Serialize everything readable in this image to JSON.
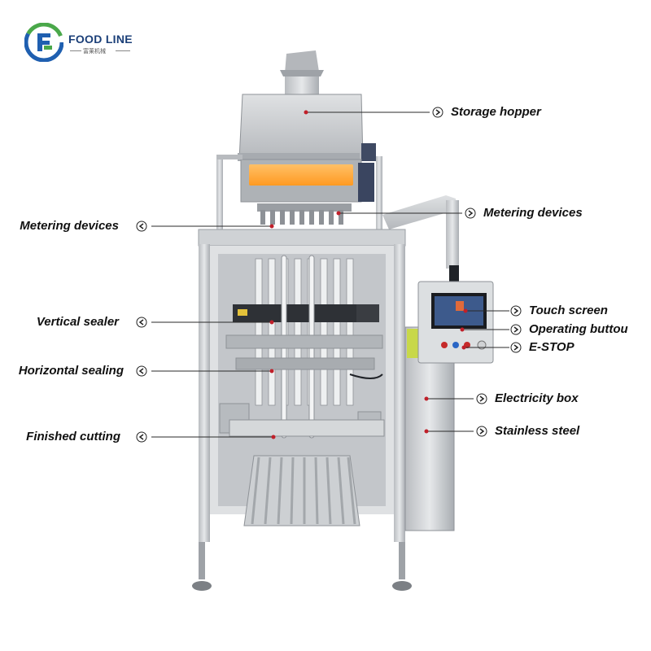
{
  "brand": {
    "name": "FOOD LINE",
    "subtitle": "富莱机械",
    "colors": {
      "blue": "#1f5fb0",
      "green": "#4aa84a",
      "text": "#1b3f78"
    }
  },
  "callouts_right": [
    {
      "label": "Storage hopper"
    },
    {
      "label": "Metering devices"
    },
    {
      "label": "Touch screen"
    },
    {
      "label": "Operating buttou"
    },
    {
      "label": "E-STOP"
    },
    {
      "label": "Electricity box"
    },
    {
      "label": "Stainless steel"
    }
  ],
  "callouts_left": [
    {
      "label": "Metering devices"
    },
    {
      "label": "Vertical sealer"
    },
    {
      "label": "Horizontal sealing"
    },
    {
      "label": "Finished cutting"
    }
  ],
  "machine": {
    "icon": "packaging-machine-image",
    "window_color": "#ffa436",
    "steel_color": "#c9cccf"
  },
  "marker_icon": "circle-chevron-icon",
  "marker_color": "#c0202a"
}
